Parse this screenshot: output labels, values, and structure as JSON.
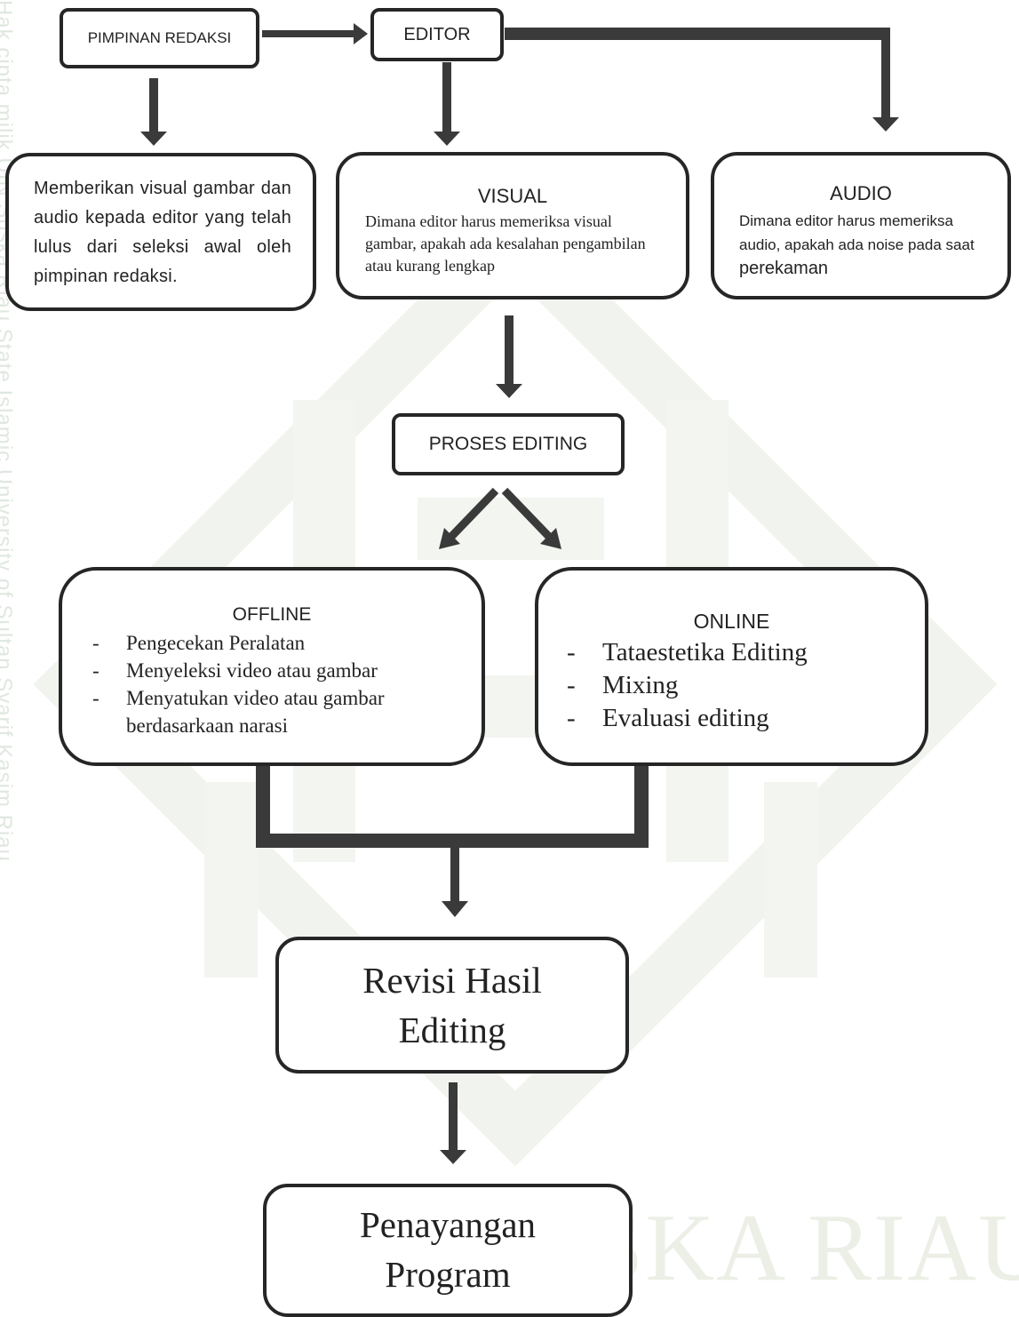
{
  "watermark": {
    "footer_text": "UIN SUSKA RIAU",
    "side_text": "Hak cipta milik UIN Suska Riau     State Islamic University of Sultan Syarif Kasim Riau"
  },
  "boxes": {
    "pimpinan": {
      "label": "PIMPINAN REDAKSI"
    },
    "editor": {
      "label": "EDITOR"
    },
    "description": {
      "text": "Memberikan visual gambar dan audio kepada editor yang telah lulus dari seleksi awal oleh pimpinan redaksi."
    },
    "visual": {
      "title": "VISUAL",
      "text": "Dimana editor harus memeriksa visual gambar, apakah ada kesalahan pengambilan atau kurang lengkap"
    },
    "audio": {
      "title": "AUDIO",
      "text_main": "Dimana editor harus memeriksa  audio, apakah ada noise pada saat",
      "text_end": "perekaman"
    },
    "proses": {
      "label": "PROSES EDITING"
    },
    "offline": {
      "title": "OFFLINE",
      "items": [
        "Pengecekan Peralatan",
        "Menyeleksi video atau gambar",
        "Menyatukan video atau gambar berdasarkaan narasi"
      ]
    },
    "online": {
      "title": "ONLINE",
      "items": [
        "Tataestetika Editing",
        "Mixing",
        "Evaluasi editing"
      ]
    },
    "revisi": {
      "label": "Revisi Hasil Editing"
    },
    "penayangan": {
      "label": "Penayangan Program"
    }
  },
  "colors": {
    "line": "#3a3a3a",
    "border": "#262626",
    "watermark": "#eef1ea"
  }
}
